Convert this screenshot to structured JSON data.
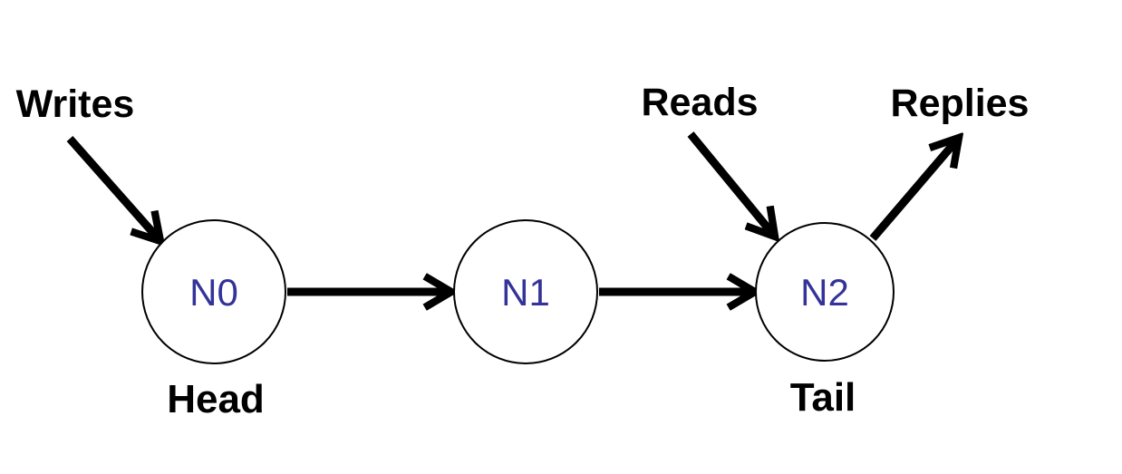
{
  "diagram": {
    "type": "node-link-chain",
    "colors": {
      "background": "#ffffff",
      "edge_stroke": "#000000",
      "node_stroke": "#000000",
      "node_fill": "#ffffff",
      "node_text": "#333399",
      "label_text": "#000000"
    },
    "nodes": [
      {
        "label": "N0",
        "caption": "Head"
      },
      {
        "label": "N1",
        "caption": ""
      },
      {
        "label": "N2",
        "caption": "Tail"
      }
    ],
    "external_labels": {
      "writes": "Writes",
      "reads": "Reads",
      "replies": "Replies"
    },
    "edges": [
      {
        "from": "Writes",
        "to": "N0",
        "direction": "into-node"
      },
      {
        "from": "N0",
        "to": "N1",
        "direction": "chain"
      },
      {
        "from": "N1",
        "to": "N2",
        "direction": "chain"
      },
      {
        "from": "Reads",
        "to": "N2",
        "direction": "into-node"
      },
      {
        "from": "N2",
        "to": "Replies",
        "direction": "out-of-node"
      }
    ]
  }
}
